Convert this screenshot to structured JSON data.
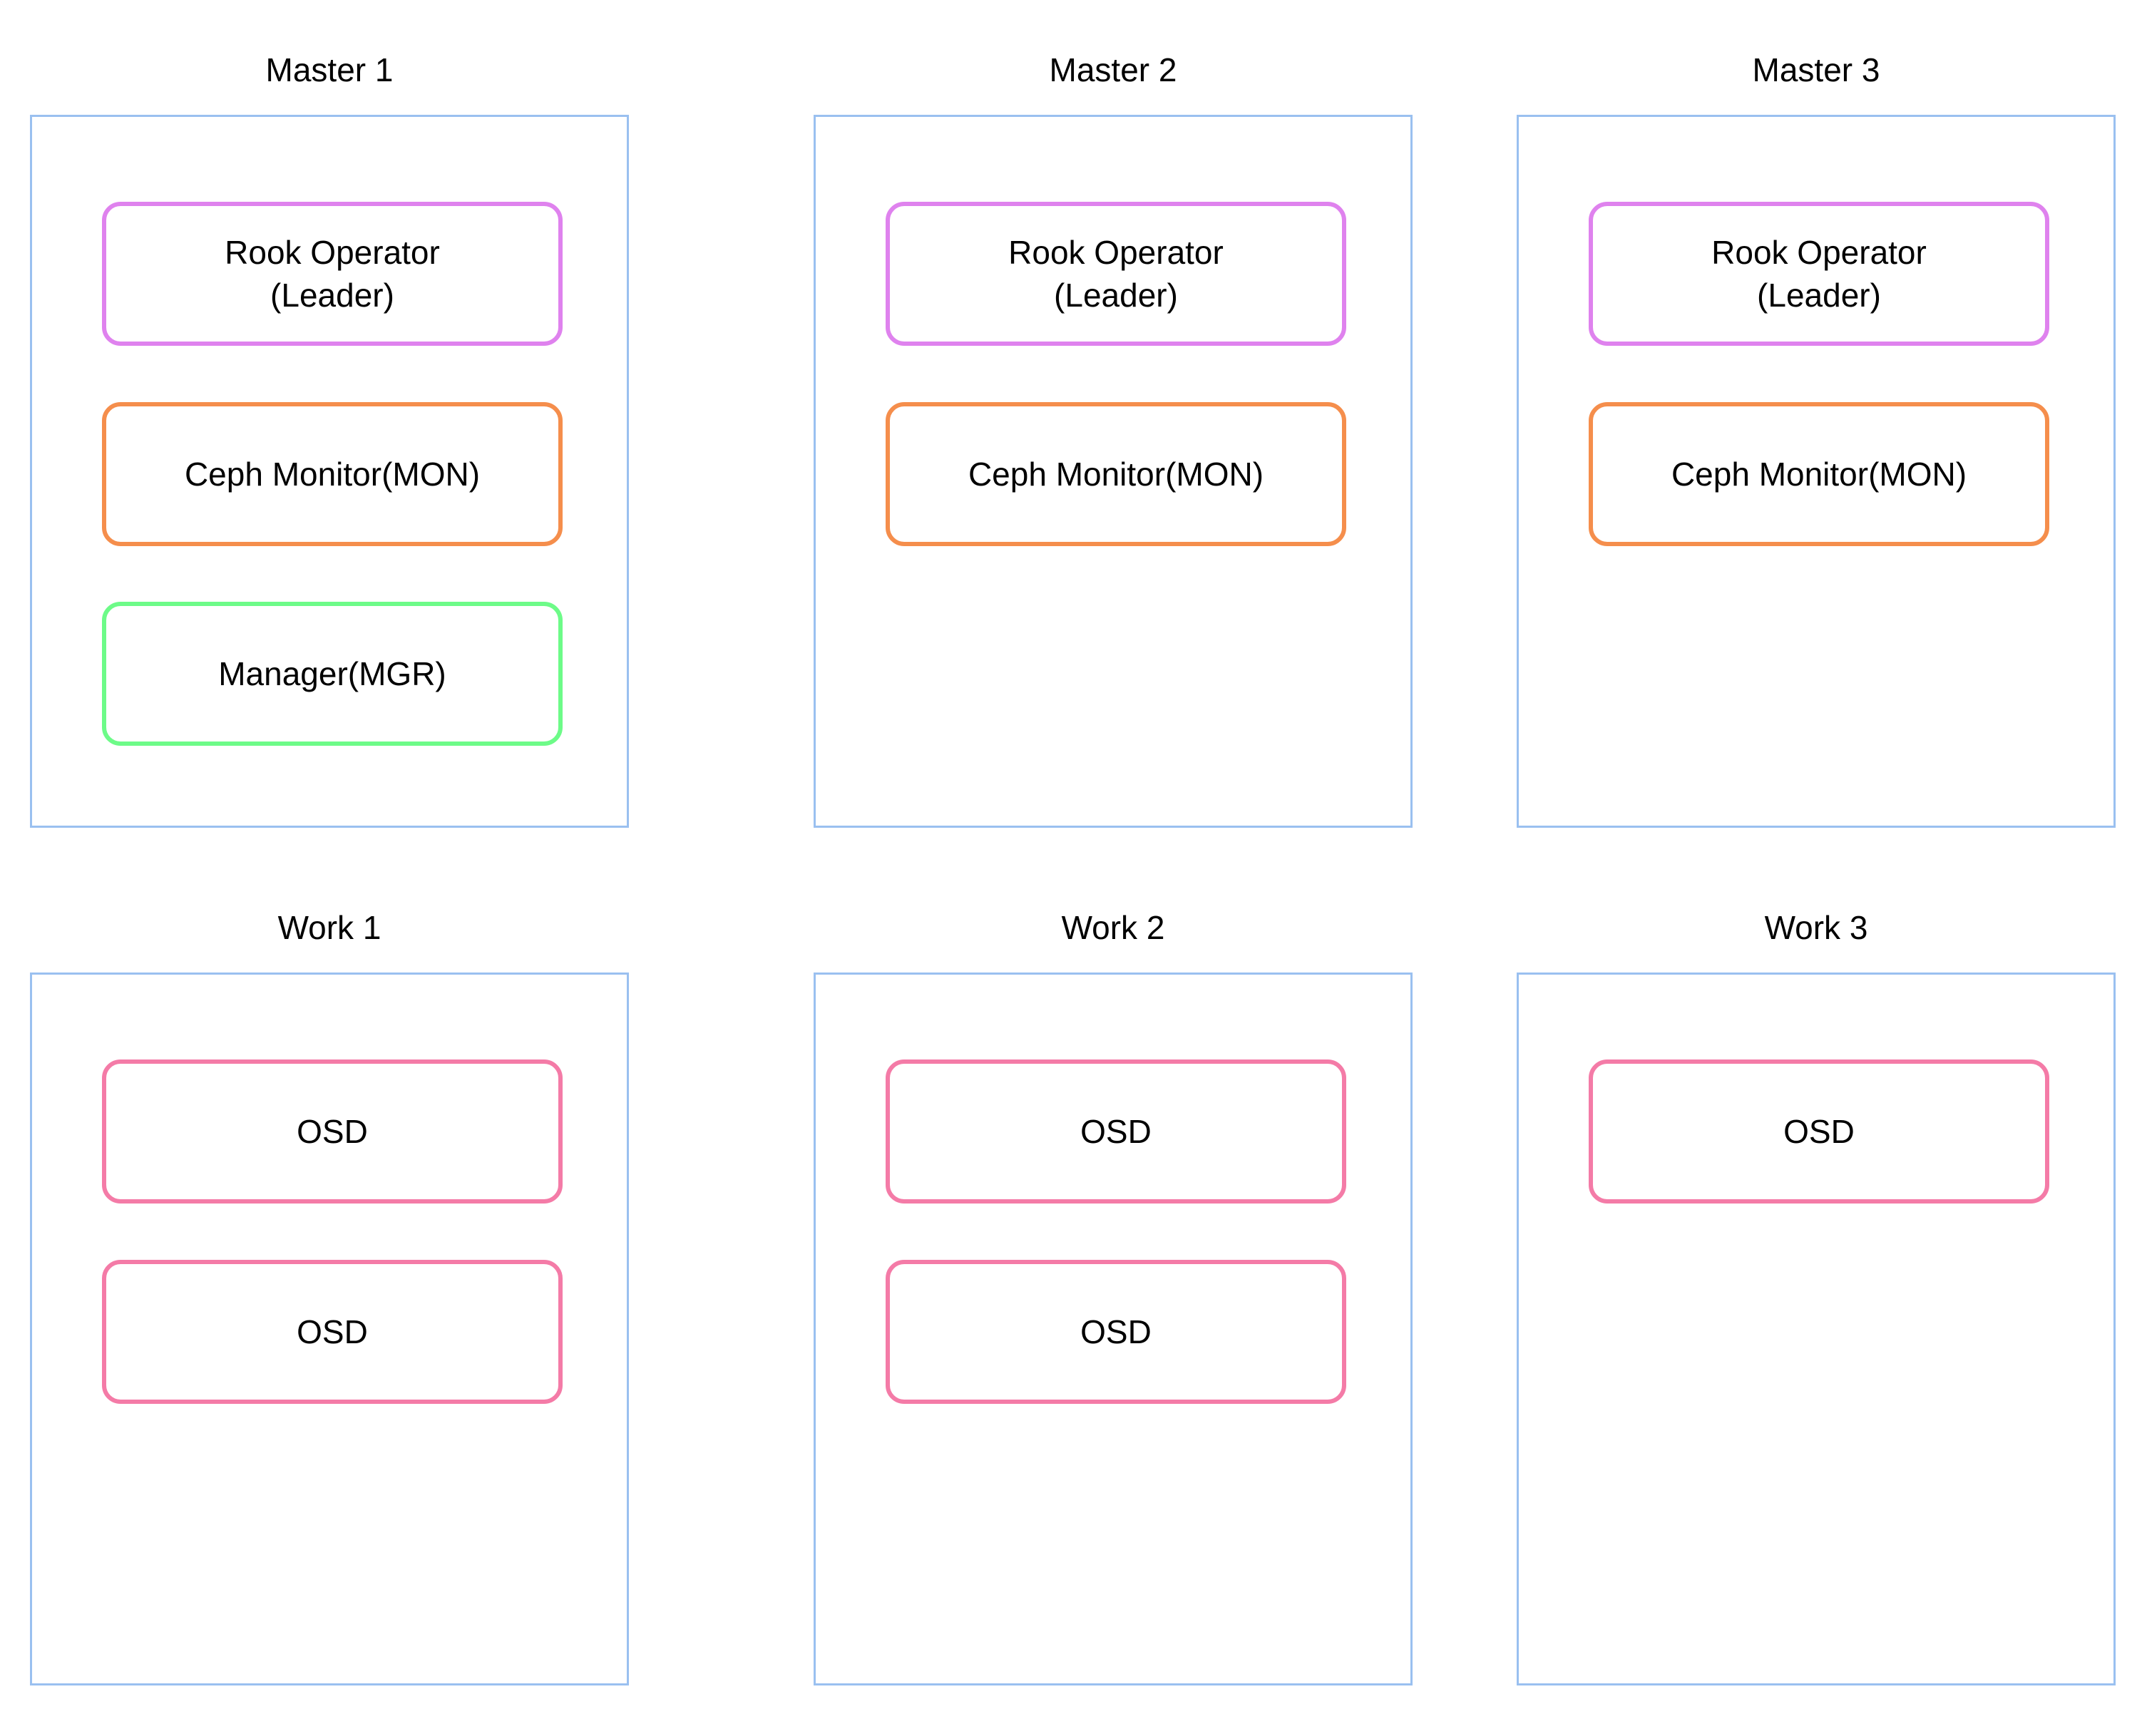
{
  "masters": [
    {
      "title": "Master 1",
      "components": [
        {
          "label": "Rook Operator\n(Leader)",
          "color": "#df82ee"
        },
        {
          "label": "Ceph Monitor(MON)",
          "color": "#f58e4c"
        },
        {
          "label": "Manager(MGR)",
          "color": "#6dfb88"
        }
      ]
    },
    {
      "title": "Master 2",
      "components": [
        {
          "label": "Rook Operator\n(Leader)",
          "color": "#df82ee"
        },
        {
          "label": "Ceph Monitor(MON)",
          "color": "#f58e4c"
        }
      ]
    },
    {
      "title": "Master 3",
      "components": [
        {
          "label": "Rook Operator\n(Leader)",
          "color": "#df82ee"
        },
        {
          "label": "Ceph Monitor(MON)",
          "color": "#f58e4c"
        }
      ]
    }
  ],
  "workers": [
    {
      "title": "Work 1",
      "components": [
        {
          "label": "OSD",
          "color": "#f47ba7"
        },
        {
          "label": "OSD",
          "color": "#f47ba7"
        }
      ]
    },
    {
      "title": "Work 2",
      "components": [
        {
          "label": "OSD",
          "color": "#f47ba7"
        },
        {
          "label": "OSD",
          "color": "#f47ba7"
        }
      ]
    },
    {
      "title": "Work 3",
      "components": [
        {
          "label": "OSD",
          "color": "#f47ba7"
        }
      ]
    }
  ],
  "colors": {
    "node_border": "#9ac0f0",
    "rook_operator": "#df82ee",
    "ceph_monitor": "#f58e4c",
    "manager": "#6dfb88",
    "osd": "#f47ba7"
  }
}
